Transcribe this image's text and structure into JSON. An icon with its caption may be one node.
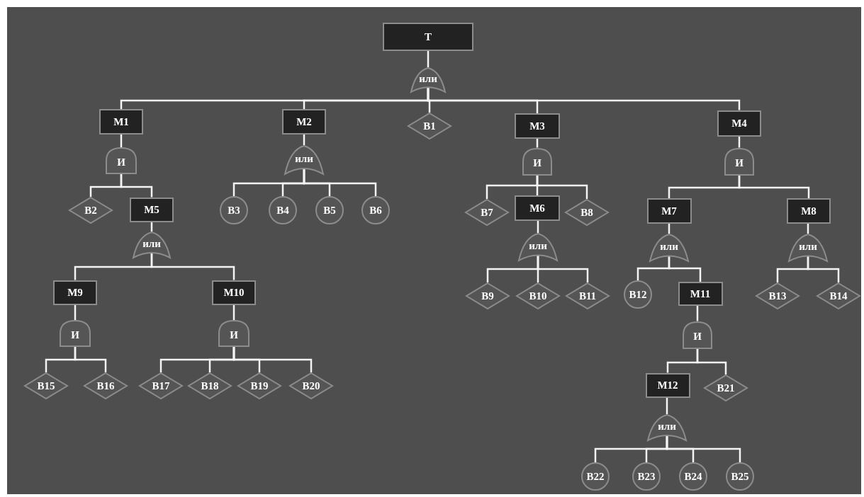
{
  "diagram": {
    "nodes": [
      {
        "text": [
          "Т"
        ]
      },
      {
        "text": [
          "или"
        ]
      },
      {
        "text": [
          "М1"
        ]
      },
      {
        "text": [
          "И"
        ]
      },
      {
        "text": [
          "В2"
        ]
      },
      {
        "text": [
          "М5"
        ]
      },
      {
        "text": [
          "или"
        ]
      },
      {
        "text": [
          "М9"
        ]
      },
      {
        "text": [
          "И"
        ]
      },
      {
        "text": [
          "В15"
        ]
      },
      {
        "text": [
          "В16"
        ]
      },
      {
        "text": [
          "М10"
        ]
      },
      {
        "text": [
          "И"
        ]
      },
      {
        "text": [
          "В17"
        ]
      },
      {
        "text": [
          "В18"
        ]
      },
      {
        "text": [
          "В19"
        ]
      },
      {
        "text": [
          "В20"
        ]
      },
      {
        "text": [
          "М2"
        ]
      },
      {
        "text": [
          "или"
        ]
      },
      {
        "text": [
          "В3"
        ]
      },
      {
        "text": [
          "В4"
        ]
      },
      {
        "text": [
          "В5"
        ]
      },
      {
        "text": [
          "В6"
        ]
      },
      {
        "text": [
          "В1"
        ]
      },
      {
        "text": [
          "М3"
        ]
      },
      {
        "text": [
          "И"
        ]
      },
      {
        "text": [
          "В7"
        ]
      },
      {
        "text": [
          "М6"
        ]
      },
      {
        "text": [
          "или"
        ]
      },
      {
        "text": [
          "В9"
        ]
      },
      {
        "text": [
          "В10"
        ]
      },
      {
        "text": [
          "В11"
        ]
      },
      {
        "text": [
          "В8"
        ]
      },
      {
        "text": [
          "М4"
        ]
      },
      {
        "text": [
          "И"
        ]
      },
      {
        "text": [
          "М7"
        ]
      },
      {
        "text": [
          "или"
        ]
      },
      {
        "text": [
          "В12"
        ]
      },
      {
        "text": [
          "М11"
        ]
      },
      {
        "text": [
          "И"
        ]
      },
      {
        "text": [
          "М12"
        ]
      },
      {
        "text": [
          "или"
        ]
      },
      {
        "text": [
          "В22"
        ]
      },
      {
        "text": [
          "В23"
        ]
      },
      {
        "text": [
          "В24"
        ]
      },
      {
        "text": [
          "В25"
        ]
      },
      {
        "text": [
          "В21"
        ]
      },
      {
        "text": [
          "М8"
        ]
      },
      {
        "text": [
          "или"
        ]
      },
      {
        "text": [
          "В13"
        ]
      },
      {
        "text": [
          "В14"
        ]
      }
    ],
    "edges": [
      {
        "from": 0,
        "to": 1,
        "arrow": "none"
      },
      {
        "from": 1,
        "to": 2,
        "arrow": "none"
      },
      {
        "from": 2,
        "to": 3,
        "arrow": "none"
      },
      {
        "from": 3,
        "to": 4,
        "arrow": "none"
      },
      {
        "from": 3,
        "to": 5,
        "arrow": "none"
      },
      {
        "from": 5,
        "to": 6,
        "arrow": "none"
      },
      {
        "from": 6,
        "to": 7,
        "arrow": "none"
      },
      {
        "from": 7,
        "to": 8,
        "arrow": "none"
      },
      {
        "from": 8,
        "to": 9,
        "arrow": "none"
      },
      {
        "from": 8,
        "to": 10,
        "arrow": "none"
      },
      {
        "from": 6,
        "to": 11,
        "arrow": "none"
      },
      {
        "from": 11,
        "to": 12,
        "arrow": "none"
      },
      {
        "from": 12,
        "to": 13,
        "arrow": "none"
      },
      {
        "from": 12,
        "to": 14,
        "arrow": "none"
      },
      {
        "from": 12,
        "to": 15,
        "arrow": "none"
      },
      {
        "from": 12,
        "to": 16,
        "arrow": "none"
      },
      {
        "from": 1,
        "to": 17,
        "arrow": "none"
      },
      {
        "from": 17,
        "to": 18,
        "arrow": "none"
      },
      {
        "from": 18,
        "to": 19,
        "arrow": "none"
      },
      {
        "from": 18,
        "to": 20,
        "arrow": "none"
      },
      {
        "from": 18,
        "to": 21,
        "arrow": "none"
      },
      {
        "from": 18,
        "to": 22,
        "arrow": "none"
      },
      {
        "from": 1,
        "to": 23,
        "arrow": "none"
      },
      {
        "from": 1,
        "to": 24,
        "arrow": "none"
      },
      {
        "from": 24,
        "to": 25,
        "arrow": "none"
      },
      {
        "from": 25,
        "to": 26,
        "arrow": "none"
      },
      {
        "from": 25,
        "to": 27,
        "arrow": "none"
      },
      {
        "from": 27,
        "to": 28,
        "arrow": "none"
      },
      {
        "from": 28,
        "to": 29,
        "arrow": "none"
      },
      {
        "from": 28,
        "to": 30,
        "arrow": "none"
      },
      {
        "from": 28,
        "to": 31,
        "arrow": "none"
      },
      {
        "from": 25,
        "to": 32,
        "arrow": "none"
      },
      {
        "from": 1,
        "to": 33,
        "arrow": "none"
      },
      {
        "from": 33,
        "to": 34,
        "arrow": "none"
      },
      {
        "from": 34,
        "to": 35,
        "arrow": "none"
      },
      {
        "from": 35,
        "to": 36,
        "arrow": "none"
      },
      {
        "from": 36,
        "to": 37,
        "arrow": "none"
      },
      {
        "from": 36,
        "to": 38,
        "arrow": "none"
      },
      {
        "from": 38,
        "to": 39,
        "arrow": "none"
      },
      {
        "from": 39,
        "to": 40,
        "arrow": "none"
      },
      {
        "from": 40,
        "to": 41,
        "arrow": "none"
      },
      {
        "from": 41,
        "to": 42,
        "arrow": "none"
      },
      {
        "from": 41,
        "to": 43,
        "arrow": "none"
      },
      {
        "from": 41,
        "to": 44,
        "arrow": "none"
      },
      {
        "from": 41,
        "to": 45,
        "arrow": "none"
      },
      {
        "from": 39,
        "to": 46,
        "arrow": "none"
      },
      {
        "from": 34,
        "to": 47,
        "arrow": "none"
      },
      {
        "from": 47,
        "to": 48,
        "arrow": "none"
      },
      {
        "from": 48,
        "to": 49,
        "arrow": "none"
      },
      {
        "from": 48,
        "to": 50,
        "arrow": "none"
      }
    ]
  }
}
